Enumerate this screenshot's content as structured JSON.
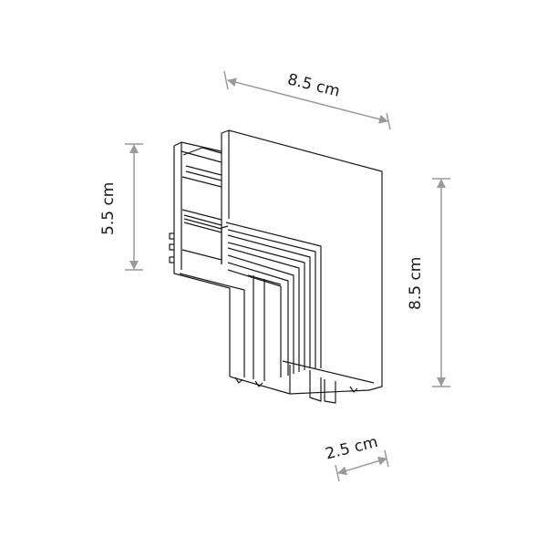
{
  "diagram": {
    "subject": "L-shaped track connector profile",
    "line_color": "#9a9a9a",
    "outline_color": "#1a1a1a",
    "dimensions": {
      "top_width": {
        "label": "8.5 cm"
      },
      "left_height": {
        "label": "5.5 cm"
      },
      "right_height": {
        "label": "8.5 cm"
      },
      "bottom_depth": {
        "label": "2.5 cm"
      }
    }
  }
}
